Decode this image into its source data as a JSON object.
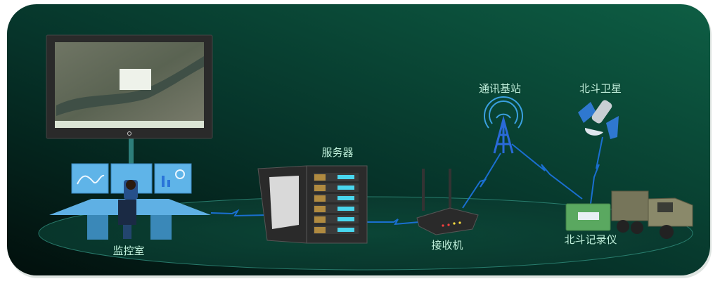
{
  "title": "北斗定位监控系统拓扑",
  "nodes": {
    "monitor_room": "监控室",
    "server": "服务器",
    "receiver": "接收机",
    "base_station": "通讯基站",
    "beidou_satellite": "北斗卫星",
    "beidou_recorder": "北斗记录仪"
  },
  "colors": {
    "bg_dark": "#021611",
    "bg_green": "#0c5a41",
    "link": "#1a6fd0",
    "label": "#bff0dc"
  }
}
